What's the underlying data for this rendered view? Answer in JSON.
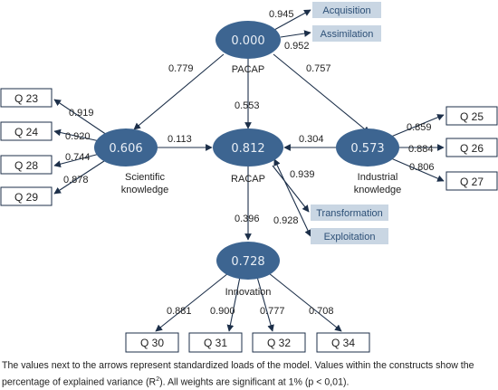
{
  "constructs": {
    "pacap": {
      "value": "0.000",
      "label": "PACAP"
    },
    "scientific": {
      "value": "0.606",
      "label_line1": "Scientific",
      "label_line2": "knowledge"
    },
    "racap": {
      "value": "0.812",
      "label": "RACAP"
    },
    "industrial": {
      "value": "0.573",
      "label_line1": "Industrial",
      "label_line2": "knowledge"
    },
    "innovation": {
      "value": "0.728",
      "label": "Innovation"
    }
  },
  "subdimensions": {
    "acquisition": "Acquisition",
    "assimilation": "Assimilation",
    "transformation": "Transformation",
    "exploitation": "Exploitation"
  },
  "indicators": {
    "scientific": [
      "Q 23",
      "Q 24",
      "Q 28",
      "Q 29"
    ],
    "industrial": [
      "Q 25",
      "Q 26",
      "Q 27"
    ],
    "innovation": [
      "Q 30",
      "Q 31",
      "Q 32",
      "Q 34"
    ]
  },
  "weights": {
    "pacap_acquisition": "0.945",
    "pacap_assimilation": "0.952",
    "pacap_scientific": "0.779",
    "pacap_racap": "0.553",
    "pacap_industrial": "0.757",
    "scientific_racap": "0.113",
    "industrial_racap": "0.304",
    "racap_innovation": "0.396",
    "racap_transformation": "0.939",
    "racap_exploitation": "0.928",
    "scientific_indicators": [
      "0.919",
      "0.920",
      "0.744",
      "0.878"
    ],
    "industrial_indicators": [
      "0.859",
      "0.884",
      "0.806"
    ],
    "innovation_indicators": [
      "0.881",
      "0.900",
      "0.777",
      "0.708"
    ]
  },
  "caption": {
    "line1": "The values next to the arrows represent standardized loads of the model. Values within the constructs show the",
    "line2_before": "percentage of explained variance (R",
    "line2_sup": "2",
    "line2_after": "). All weights are significant at 1% (p < 0,01)."
  }
}
